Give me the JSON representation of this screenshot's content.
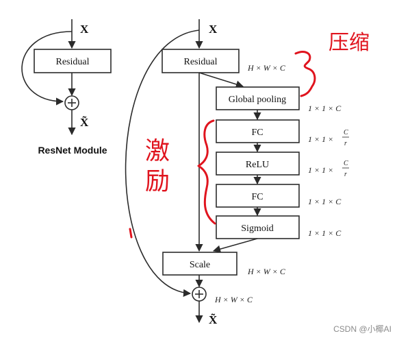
{
  "left_module": {
    "input_label": "X",
    "residual_label": "Residual",
    "output_label": "X̃",
    "caption": "ResNet Module"
  },
  "se_module": {
    "input_label": "X",
    "residual_label": "Residual",
    "global_pooling_label": "Global pooling",
    "fc1_label": "FC",
    "relu_label": "ReLU",
    "fc2_label": "FC",
    "sigmoid_label": "Sigmoid",
    "scale_label": "Scale",
    "output_label": "X̃",
    "dims": {
      "residual_out": "H × W × C",
      "pooling_out": "1 × 1 × C",
      "fc1_prefix": "1 × 1 ×",
      "fc1_num": "C",
      "fc1_den": "r",
      "relu_prefix": "1 × 1 ×",
      "relu_num": "C",
      "relu_den": "r",
      "fc2_out": "1 × 1 × C",
      "sigmoid_out": "1 × 1 × C",
      "scale_out": "H × W × C",
      "sum_out": "H × W × C"
    }
  },
  "annotations": {
    "squeeze": "压缩",
    "excitation_1": "激",
    "excitation_2": "励"
  },
  "watermark": "CSDN @小椰AI",
  "colors": {
    "annotation": "#e0141e",
    "ink": "#2b2b2b"
  }
}
